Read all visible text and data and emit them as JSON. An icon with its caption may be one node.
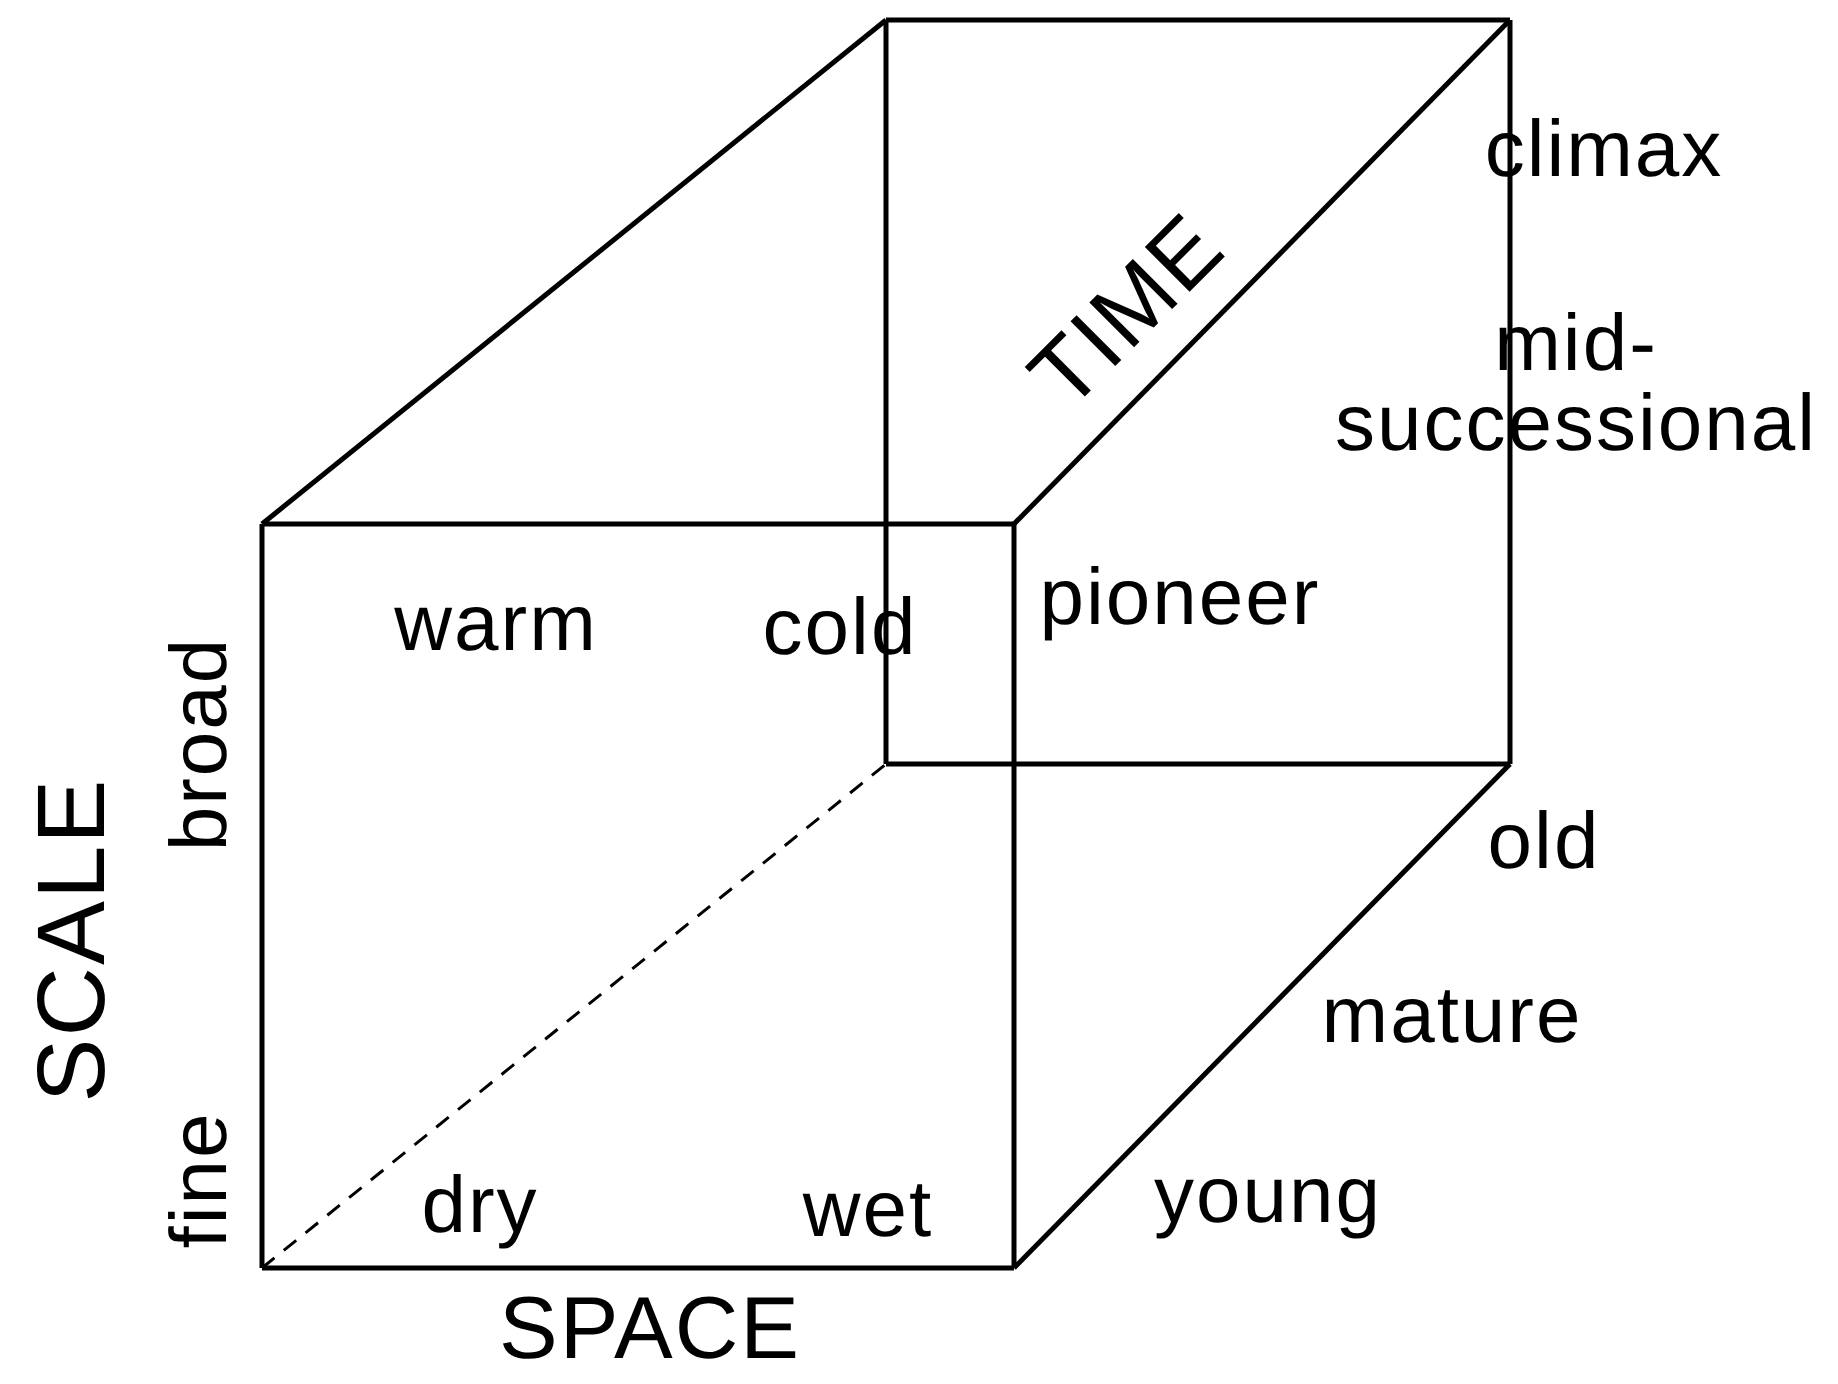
{
  "diagram": {
    "labels": [
      "climax",
      "TIME",
      "mid- successional",
      "warm",
      "cold",
      "pioneer",
      "broad",
      "SCALE",
      "old",
      "mature",
      "fine",
      "dry",
      "wet",
      "young",
      "SPACE"
    ]
  }
}
